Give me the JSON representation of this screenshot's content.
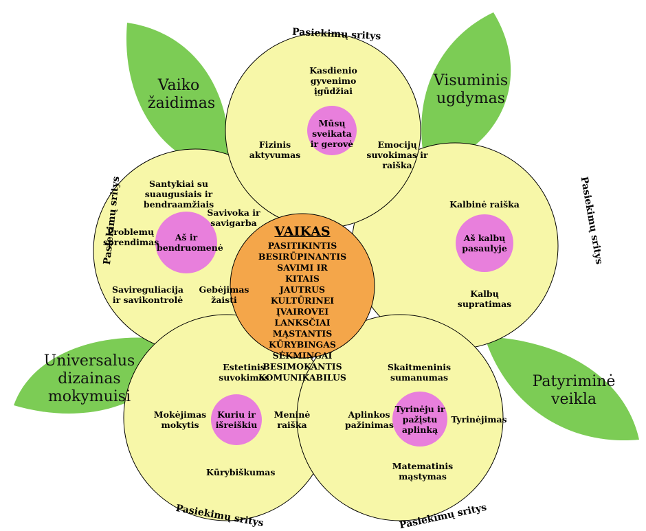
{
  "colors": {
    "leaf": "#7ccc55",
    "petal": "#f7f7a8",
    "hub": "#e87fdc",
    "center": "#f4a64a"
  },
  "leaves": {
    "top_left": "Vaiko\nžaidimas",
    "top_right": "Visuminis\nugdymas",
    "bottom_left": "Universalus\ndizainas\nmokymuisi",
    "bottom_right": "Patyriminė\nveikla"
  },
  "area_label": "Pasiekimų sritys",
  "top": {
    "hub": "Mūsų\nsveikata\nir gerovė",
    "items": [
      "Kasdienio\ngyvenimo\nįgūdžiai",
      "Fizinis\naktyvumas",
      "Emocijų\nsuvokimas ir\nraiška"
    ]
  },
  "left": {
    "hub": "Aš ir\nbendruomenė",
    "items": [
      "Santykiai su\nsuaugusiais ir\nbendraamžiais",
      "Savivoka ir\nsavigarba",
      "Problemų\nsprendimas",
      "Savireguliacija\nir savikontrolė",
      "Gebėjimas\nžaisti"
    ]
  },
  "right": {
    "hub": "Aš kalbų\npasaulyje",
    "items": [
      "Kalbinė raiška",
      "Kalbų supratimas"
    ]
  },
  "bottom_left": {
    "hub": "Kuriu ir\nišreiškiu",
    "items": [
      "Estetinis\nsuvokimas",
      "Mokėjimas\nmokytis",
      "Meninė\nraiška",
      "Kūrybiškumas"
    ]
  },
  "bottom_right": {
    "hub": "Tyrinėju ir\npažįstu\naplinką",
    "items": [
      "Skaitmeninis\nsumanumas",
      "Aplinkos\npažinimas",
      "Tyrinėjimas",
      "Matematinis\nmąstymas"
    ]
  },
  "center": {
    "title": "VAIKAS",
    "traits": [
      "PASITIKINTIS",
      "BESIRŪPINANTIS SAVIMI IR\nKITAIS",
      "JAUTRUS KULTŪRINEI\nĮVAIROVEI",
      "LANKSČIAI MĄSTANTIS",
      "KŪRYBINGAS",
      "SĖKMINGAI BESIMOKANTIS",
      "KOMUNIKABILUS"
    ]
  }
}
